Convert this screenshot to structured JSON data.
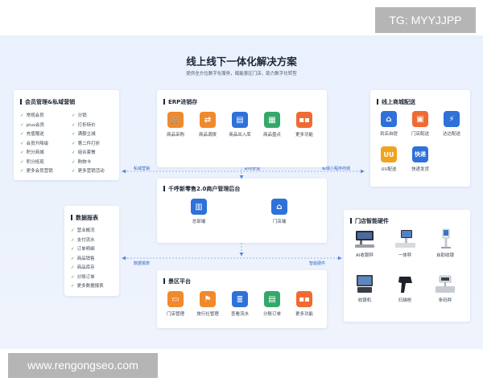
{
  "watermark_top": "TG: MYYJJPP",
  "watermark_bottom": "www.rengongseo.com",
  "title": "线上线下一体化解决方案",
  "subtitle": "提供全方位数字化服务，赋能景区门店，助力数字化转型",
  "member": {
    "title": "会员管理&私域营销",
    "left": [
      "常规会员",
      "plus会员",
      "充值赠送",
      "会员升降级",
      "积分商城",
      "积分抵现",
      "更多会员营销"
    ],
    "right": [
      "分销",
      "打折特价",
      "满额立减",
      "第二件打折",
      "组合套餐",
      "购物卡",
      "更多营销活动"
    ]
  },
  "erp": {
    "title": "ERP进销存",
    "tiles": [
      {
        "label": "商品采购",
        "icon": "cart-icon",
        "color": "#f08a2c"
      },
      {
        "label": "商品调拨",
        "icon": "transfer-icon",
        "color": "#f08a2c"
      },
      {
        "label": "商品出入库",
        "icon": "warehouse-icon",
        "color": "#2e71d9"
      },
      {
        "label": "商品盘点",
        "icon": "inventory-icon",
        "color": "#34a86a"
      },
      {
        "label": "更多功能",
        "icon": "more-icon",
        "color": "#ef6b33"
      }
    ]
  },
  "online": {
    "title": "线上商城配送",
    "tiles": [
      {
        "label": "到店自提",
        "icon": "store-pickup-icon",
        "color": "#2e71d9"
      },
      {
        "label": "门店配送",
        "icon": "delivery-box-icon",
        "color": "#ef6b33"
      },
      {
        "label": "达达配送",
        "icon": "dada-icon",
        "color": "#2e71d9"
      },
      {
        "label": "UU配送",
        "icon": "uu-icon",
        "color": "#f0a31f"
      },
      {
        "label": "快递发货",
        "icon": "express-icon",
        "color": "#2e71d9"
      }
    ],
    "uu_text": "UU",
    "express_text": "快递"
  },
  "center": {
    "title": "千呼新零售2.0商户管理后台",
    "tiles": [
      {
        "label": "总部端",
        "icon": "hq-icon",
        "color": "#2e71d9"
      },
      {
        "label": "门店端",
        "icon": "store-icon",
        "color": "#2e71d9"
      }
    ]
  },
  "report": {
    "title": "数据报表",
    "items": [
      "营业概况",
      "支付流水",
      "订单明细",
      "商品销售",
      "商品库存",
      "分账订单",
      "更多数据报表"
    ]
  },
  "scenic": {
    "title": "景区平台",
    "tiles": [
      {
        "label": "门店管理",
        "icon": "shop-manage-icon",
        "color": "#f08a2c"
      },
      {
        "label": "旅行社管理",
        "icon": "flag-icon",
        "color": "#f08a2c"
      },
      {
        "label": "查看流水",
        "icon": "document-icon",
        "color": "#2e71d9"
      },
      {
        "label": "分账订单",
        "icon": "order-icon",
        "color": "#34a86a"
      },
      {
        "label": "更多功能",
        "icon": "more-icon",
        "color": "#ef6b33"
      }
    ]
  },
  "hardware": {
    "title": "门店智能硬件",
    "devices": [
      {
        "label": "AI收银秤",
        "icon": "ai-scale-icon"
      },
      {
        "label": "一体秤",
        "icon": "pos-scale-icon"
      },
      {
        "label": "自助收银",
        "icon": "self-checkout-icon"
      },
      {
        "label": "收银机",
        "icon": "cash-register-icon"
      },
      {
        "label": "扫描枪",
        "icon": "scanner-icon"
      },
      {
        "label": "条码秤",
        "icon": "barcode-scale-icon"
      }
    ]
  },
  "links": {
    "private_marketing": "私域营销",
    "goods_manage": "货闻管理",
    "mini_program": "私域小程序商城",
    "data_report": "数据报表",
    "smart_hardware": "智能硬件"
  }
}
